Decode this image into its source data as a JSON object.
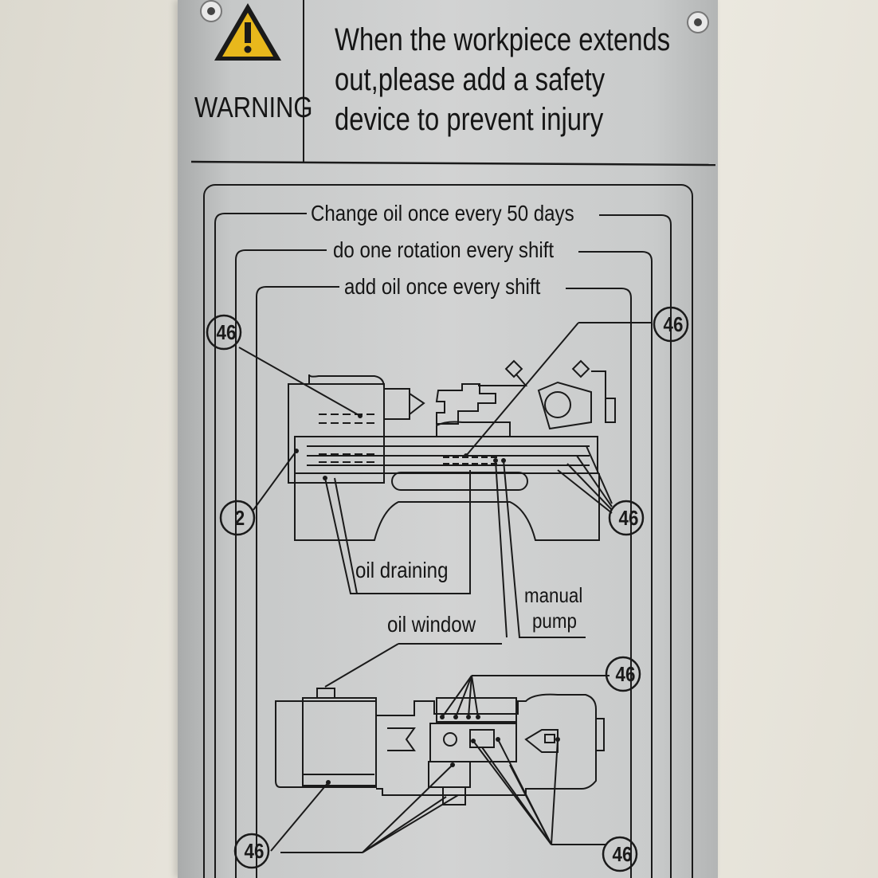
{
  "warning": {
    "label": "WARNING",
    "message_line1": "When the workpiece extends",
    "message_line2": "out,please add a safety",
    "message_line3": "device to prevent injury",
    "triangle_color": "#e8b81c"
  },
  "lubrication": {
    "interval_50_days": "Change oil once every 50 days",
    "interval_rotation": "do one rotation every shift",
    "interval_add_oil": "add oil once every shift"
  },
  "callouts": {
    "oil_draining": "oil draining",
    "oil_window": "oil window",
    "manual_pump_line1": "manual",
    "manual_pump_line2": "pump"
  },
  "oil_grades": {
    "badge_top_left": "46",
    "badge_top_right": "46",
    "badge_left_mid": "2",
    "badge_right_mid": "46",
    "badge_right_lower": "46",
    "badge_bottom_left": "46",
    "badge_bottom_right": "46"
  },
  "colors": {
    "plate": "#cfd0d0",
    "ink": "#151515",
    "wall": "#e6e2d8"
  }
}
